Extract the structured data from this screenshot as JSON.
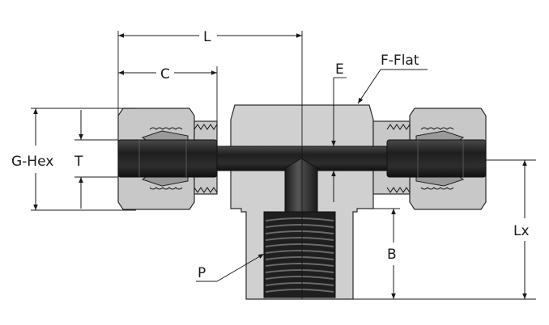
{
  "labels": {
    "L": "L",
    "C": "C",
    "E": "E",
    "F_flat": "F-Flat",
    "G_hex": "G-Hex",
    "T": "T",
    "Lx": "Lx",
    "B": "B",
    "P": "P"
  },
  "colors": {
    "body": "#d0d0d0",
    "tube": "#2b2b2b",
    "line": "#1a1a1a"
  }
}
